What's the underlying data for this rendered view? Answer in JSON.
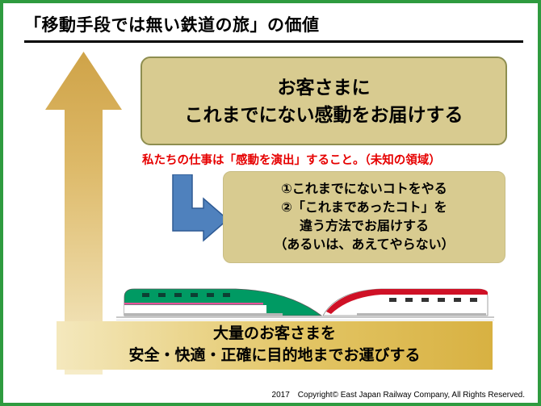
{
  "slide": {
    "title": "「移動手段では無い鉄道の旅」の価値",
    "value_box": {
      "line1": "お客さまに",
      "line2": "これまでにない感動をお届けする"
    },
    "red_note": "私たちの仕事は「感動を演出」すること。（未知の領域）",
    "detail_box": {
      "line1": "①これまでにないコトをやる",
      "line2": "②「これまであったコト」を",
      "line3": "違う方法でお届けする",
      "line4": "（あるいは、あえてやらない）"
    },
    "bottom_bar": {
      "line1": "大量のお客さまを",
      "line2": "安全・快適・正確に目的地までお運びする"
    },
    "footer": "2017　Copyright© East Japan Railway Company, All Rights Reserved.",
    "icons": {
      "up_arrow": "gold upward arrow",
      "bent_arrow": "blue bent right arrow",
      "trains": "shinkansen trains illustration"
    },
    "colors": {
      "slide_border": "#2f9b3f",
      "arrow_gold_dark": "#cfa348",
      "arrow_gold_light": "#f6ecc9",
      "box_fill": "#d8cb90",
      "box_border": "#8e8e50",
      "red_text": "#e60000",
      "blue_arrow": "#4f81bd",
      "train_green": "#009a63",
      "train_red": "#cf1126",
      "bar_gold": "#d8b142"
    }
  }
}
